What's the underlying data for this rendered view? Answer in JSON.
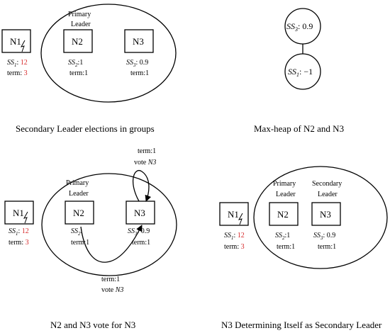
{
  "captions": {
    "elections": "Secondary Leader elections in groups",
    "maxheap": "Max-heap of N2 and N3",
    "vote": "N2 and N3 vote for N3",
    "determine": "N3 Determining Itself as Secondary Leader"
  },
  "nodes": {
    "n1": "N1",
    "n2": "N2",
    "n3": "N3"
  },
  "roles": {
    "primary_line1": "Primary",
    "primary_line2": "Leader",
    "secondary_line1": "Secondary",
    "secondary_line2": "Leader"
  },
  "scores": {
    "ss_prefix": "SS",
    "ss1_sub": "1",
    "ss2_sub": "2",
    "ss3_sub": "3",
    "ss1_value": "12",
    "ss2_value": "1",
    "ss3_value": "0.9",
    "term_label": "term:",
    "n1_term": "3",
    "group_term": "1"
  },
  "heap": {
    "root_value": "0.9",
    "child_value": "−1"
  },
  "votes": {
    "term_line": "term:1",
    "vote_word": "vote",
    "vote_target": "N3"
  },
  "colors": {
    "stale_value": "#d62728",
    "stroke": "#000000",
    "failure_icon": "lightning-bolt"
  }
}
